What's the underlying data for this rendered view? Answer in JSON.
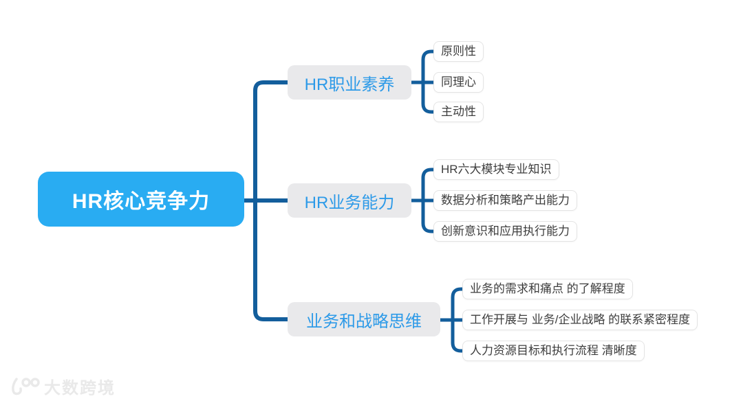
{
  "root": {
    "label": "HR核心竞争力"
  },
  "branches": [
    {
      "label": "HR职业素养",
      "children": [
        "原则性",
        "同理心",
        "主动性"
      ]
    },
    {
      "label": "HR业务能力",
      "children": [
        "HR六大模块专业知识",
        "数据分析和策略产出能力",
        "创新意识和应用执行能力"
      ]
    },
    {
      "label": "业务和战略思维",
      "children": [
        "业务的需求和痛点 的了解程度",
        "工作开展与 业务/企业战略 的联系紧密程度",
        "人力资源目标和执行流程 清晰度"
      ]
    }
  ],
  "watermark": {
    "text": "大数跨境",
    "logo": "100-swoosh-logo"
  },
  "colors": {
    "root_bg": "#29ACF2",
    "root_text": "#FFFFFF",
    "branch_bg": "#E9E9EB",
    "branch_text": "#2D9AE8",
    "child_text": "#3D3D3D",
    "child_border": "#E4E4E4",
    "connector": "#135E9C",
    "watermark": "#E9E9E9"
  }
}
